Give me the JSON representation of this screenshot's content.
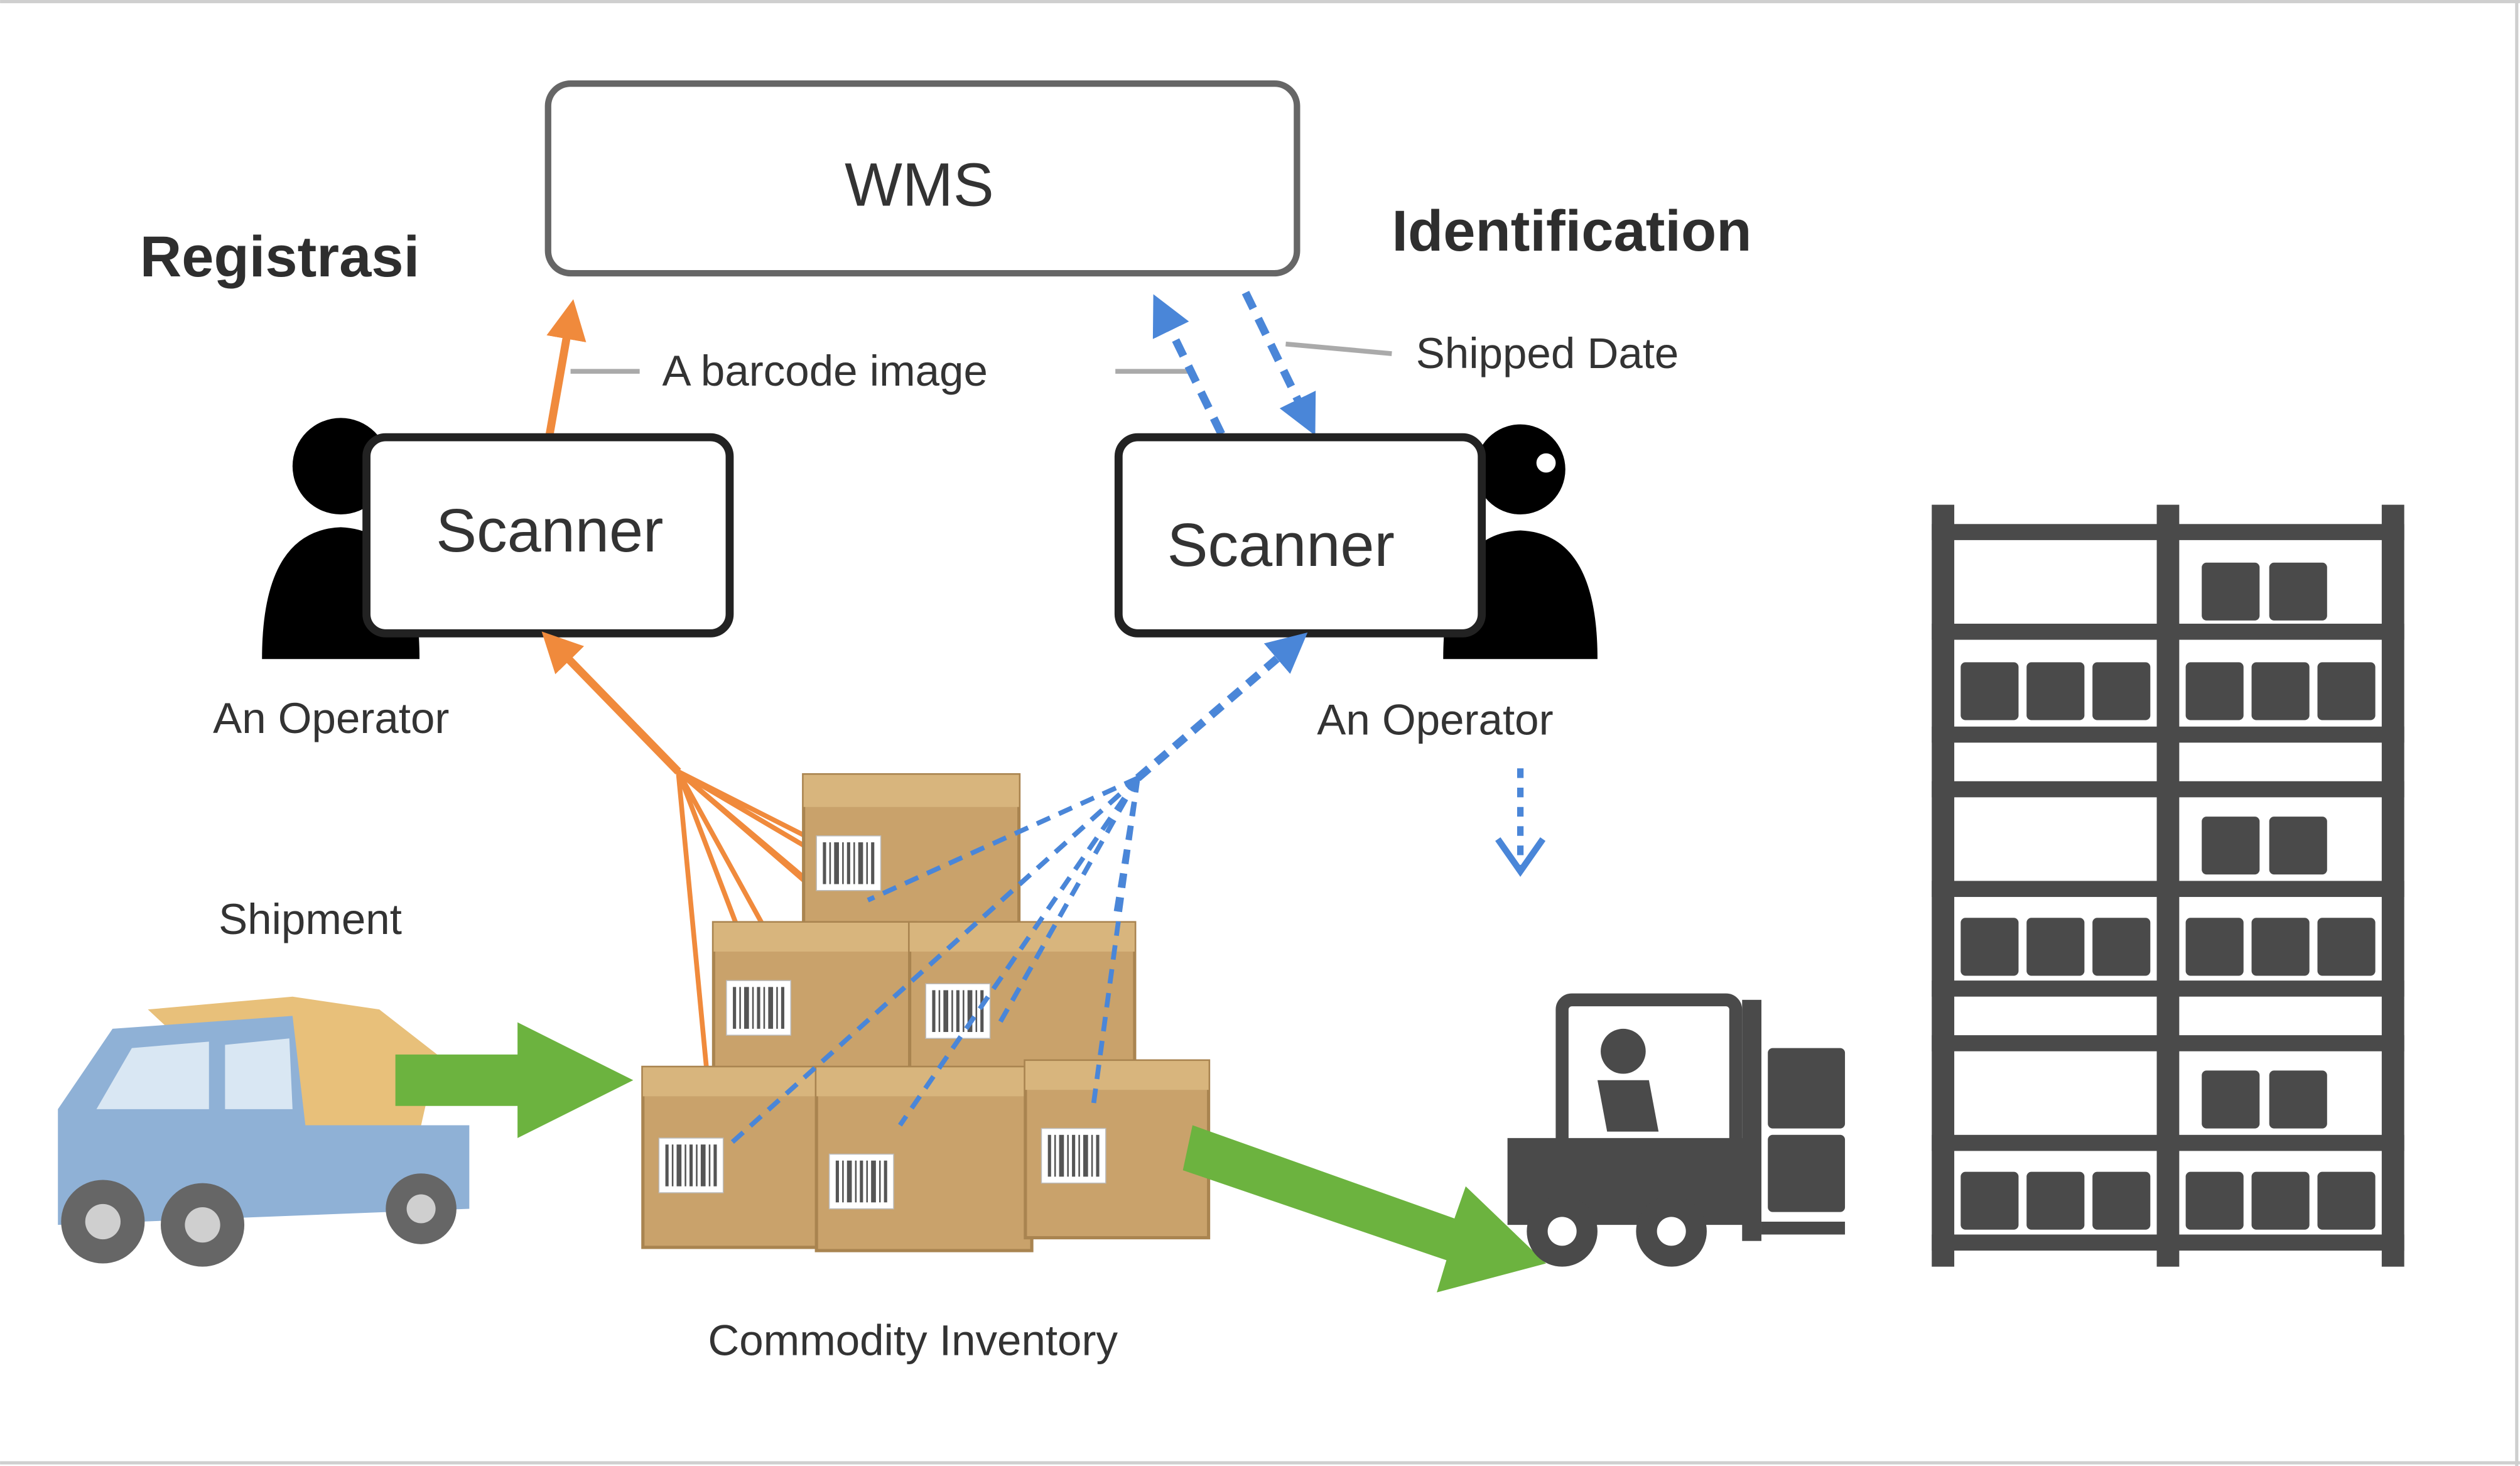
{
  "labels": {
    "wms": "WMS",
    "registration_heading": "Registrasi",
    "identification_heading": "Identification",
    "barcode_image": "A barcode image",
    "shipped_date": "Shipped Date",
    "scanner_left": "Scanner",
    "scanner_right": "Scanner",
    "operator_left": "An Operator",
    "operator_right": "An Operator",
    "shipment": "Shipment",
    "commodity_inventory": "Commodity Inventory"
  },
  "colors": {
    "registration_flow": "#f08a3c",
    "identification_flow": "#4a86d8",
    "movement_arrow": "#6cb33f",
    "rack": "#4a4a4a",
    "box": "#c9a26b",
    "truck": "#8fb1d6",
    "border": "#555555"
  },
  "icons": [
    "truck-icon",
    "boxes-icon",
    "forklift-icon",
    "warehouse-rack-icon",
    "operator-icon",
    "barcode-icon"
  ]
}
